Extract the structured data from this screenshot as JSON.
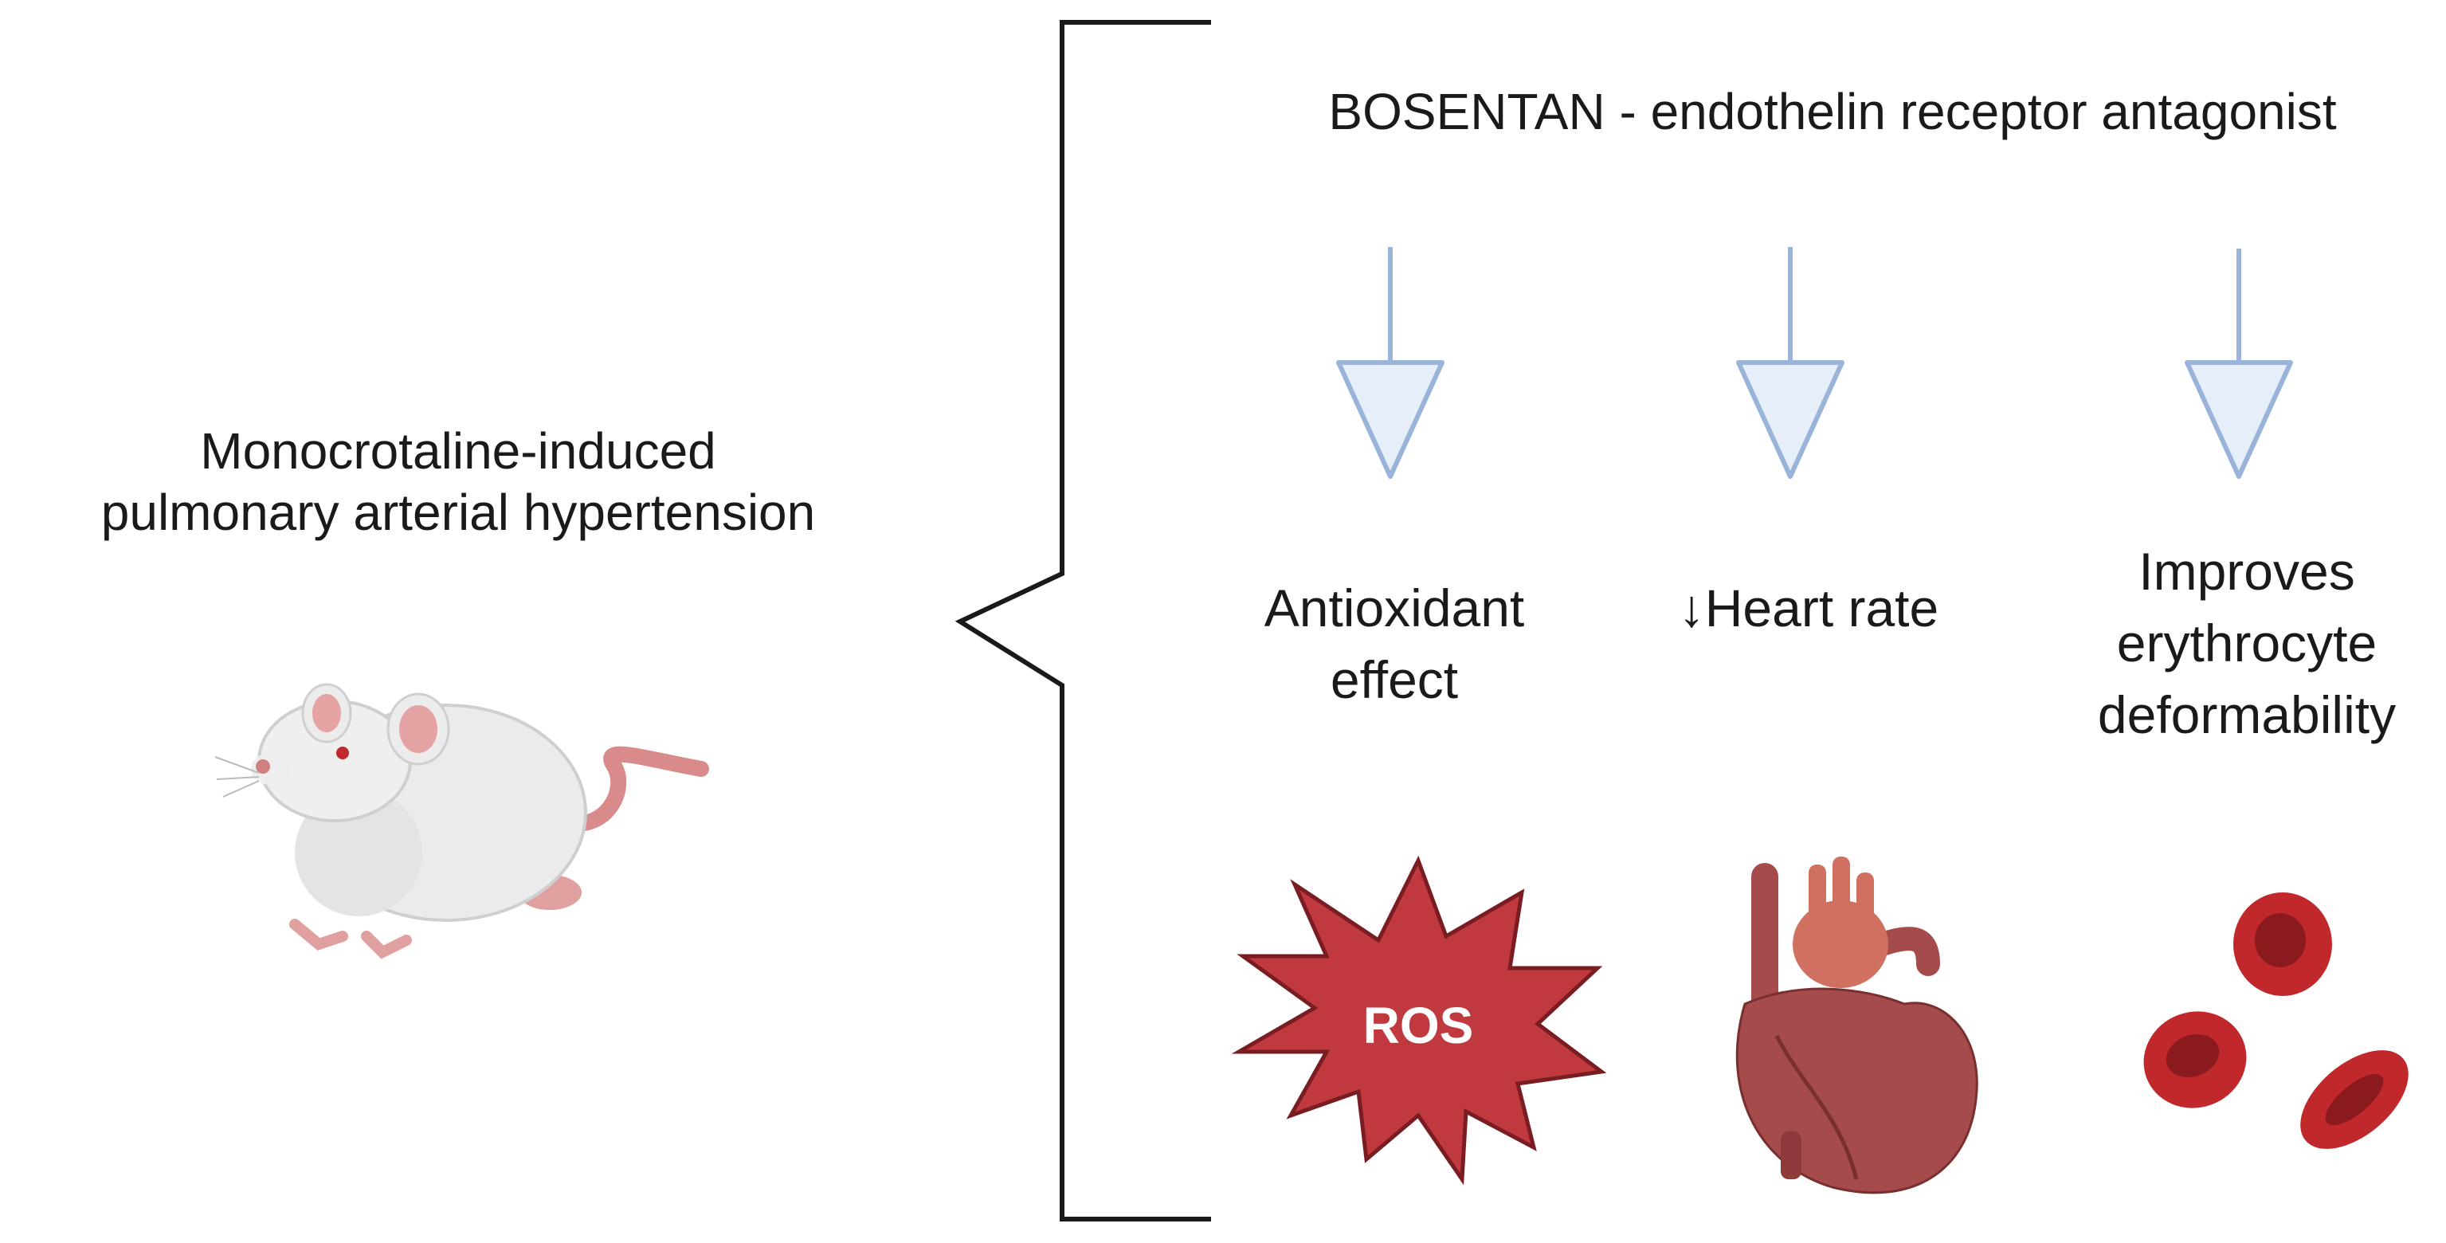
{
  "condition": {
    "lines": [
      "Monocrotaline-induced",
      "pulmonary arterial hypertension"
    ],
    "icon": "rat-icon"
  },
  "drug": {
    "title": "BOSENTAN - endothelin receptor antagonist"
  },
  "effects": [
    {
      "lines": [
        "Antioxidant",
        "effect"
      ],
      "icon": "ros-burst-icon",
      "icon_label": "ROS"
    },
    {
      "lines": [
        "↓Heart rate"
      ],
      "icon": "heart-icon"
    },
    {
      "lines": [
        "Improves",
        "erythrocyte",
        "deformability"
      ],
      "icon": "red-blood-cells-icon"
    }
  ],
  "colors": {
    "arrow_stroke": "#99b3d9",
    "arrow_fill": "#e6eef9",
    "bracket": "#1a1a1a",
    "ros_fill": "#c0393f",
    "ros_stroke": "#7a1d22",
    "heart_main": "#a64b4b",
    "heart_vessel": "#cf7060",
    "rbc": "#c0282c",
    "rbc_dark": "#8a1a1e"
  }
}
